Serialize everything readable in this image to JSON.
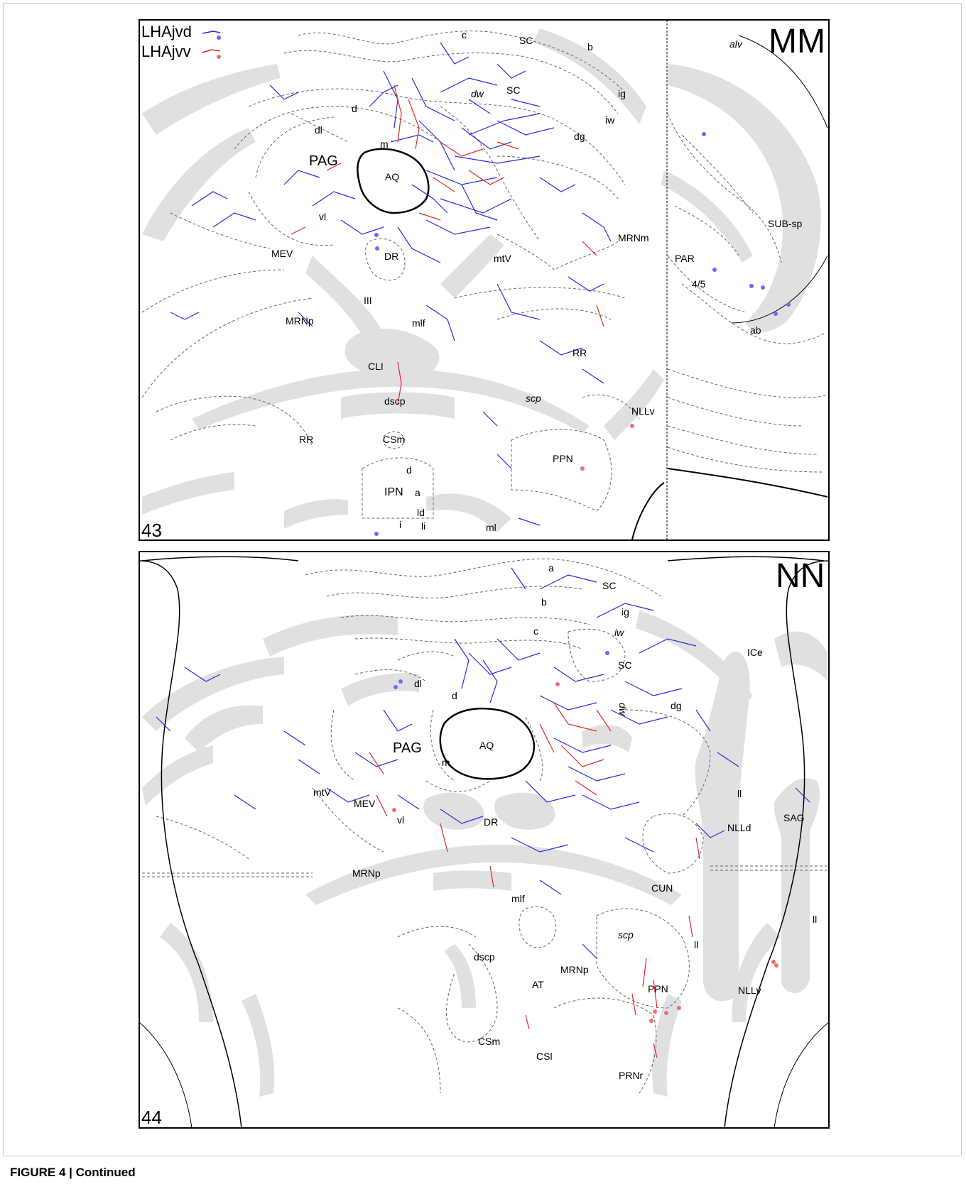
{
  "figure": {
    "caption": "FIGURE 4 | Continued",
    "panels": [
      {
        "id": "MM",
        "letter": "MM",
        "level": "43",
        "legend": {
          "items": [
            {
              "label": "LHAjvd",
              "color": "#2a2ae0"
            },
            {
              "label": "LHAjvv",
              "color": "#e02828"
            }
          ]
        },
        "labels": [
          "c",
          "SC",
          "b",
          "ig",
          "dw",
          "SC",
          "iw",
          "dg",
          "d",
          "dl",
          "m",
          "PAG",
          "AQ",
          "vl",
          "MEV",
          "DR",
          "mtV",
          "MRNm",
          "III",
          "MRNp",
          "mlf",
          "RR",
          "CLI",
          "dscp",
          "scp",
          "NLLv",
          "RR",
          "CSm",
          "PPN",
          "d",
          "IPN",
          "a",
          "ld",
          "li",
          "i",
          "ml",
          "alv",
          "SUB-sp",
          "PAR",
          "4/5",
          "ab"
        ]
      },
      {
        "id": "NN",
        "letter": "NN",
        "level": "44",
        "labels": [
          "a",
          "SC",
          "b",
          "ig",
          "c",
          "iw",
          "SC",
          "ICe",
          "dl",
          "d",
          "dg",
          "dw",
          "PAG",
          "AQ",
          "m",
          "mtV",
          "MEV",
          "vl",
          "DR",
          "ll",
          "NLLd",
          "SAG",
          "MRNp",
          "mlf",
          "CUN",
          "scp",
          "ll",
          "ll",
          "dscp",
          "MRNp",
          "AT",
          "PPN",
          "NLLv",
          "CSm",
          "CSl",
          "PRNr"
        ]
      }
    ]
  },
  "colors": {
    "fiber_blue": "#2a2ae0",
    "fiber_red": "#e02828",
    "fiber_tract": "#e0e0e0"
  }
}
